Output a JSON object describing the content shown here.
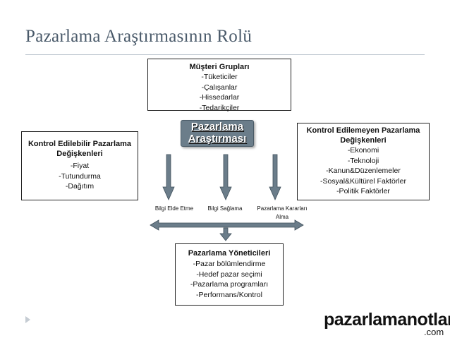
{
  "slide": {
    "title": "Pazarlama Araştırmasının Rolü"
  },
  "boxes": {
    "musteri": {
      "heading": "Müşteri Grupları",
      "items": [
        "-Tüketiciler",
        "-Çalışanlar",
        "-Hissedarlar",
        "-Tedarikçiler"
      ]
    },
    "kontrol_edilebilir": {
      "heading_line1": "Kontrol Edilebilir Pazarlama",
      "heading_line2": "Değişkenleri",
      "items": [
        "-Fiyat",
        "-Tutundurma",
        "-Dağıtım"
      ]
    },
    "kontrol_edilemeyen": {
      "heading_line1": "Kontrol Edilemeyen Pazarlama",
      "heading_line2": "Değişkenleri",
      "items": [
        "-Ekonomi",
        "-Teknoloji",
        "-Kanun&Düzenlemeler",
        "-Sosyal&Kültürel Faktörler",
        "-Politik Faktörler"
      ]
    },
    "center": {
      "line1": "Pazarlama",
      "line2": "Araştırması"
    },
    "yoneticiler": {
      "heading": "Pazarlama Yöneticileri",
      "items": [
        "-Pazar bölümlendirme",
        "-Hedef pazar seçimi",
        "-Pazarlama programları",
        "-Performans/Kontrol"
      ]
    }
  },
  "flow_labels": {
    "bilgi_elde": "Bilgi Elde Etme",
    "bilgi_saglama": "Bilgi Sağlama",
    "karar_line1": "Pazarlama Kararları",
    "karar_line2": "Alma"
  },
  "logo": {
    "main": "pazarlamanotları",
    "suffix": ".com"
  },
  "colors": {
    "arrow_fill": "#6b7d8a",
    "title": "#4a5a6a"
  }
}
